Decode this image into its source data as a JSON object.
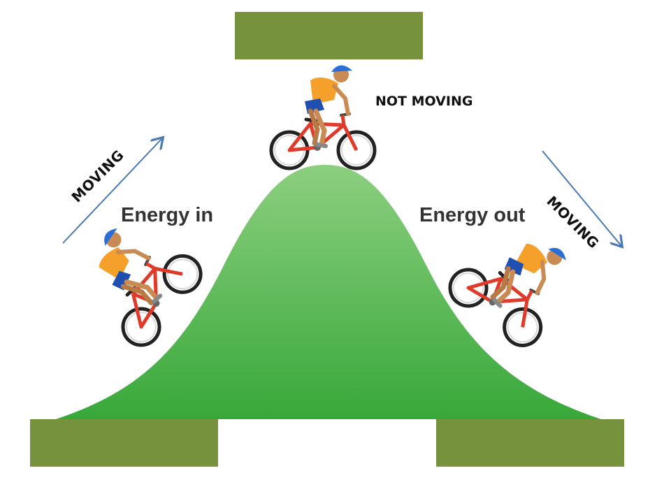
{
  "labels": {
    "not_moving": "NOT MOVING",
    "energy_in": "Energy in",
    "energy_out": "Energy out",
    "moving_left": "MOVING",
    "moving_right": "MOVING"
  },
  "boxes": {
    "top": "",
    "bottom_left": "",
    "bottom_right": ""
  },
  "colors": {
    "hill_top": "#8ccf7f",
    "hill_bottom": "#38a83a",
    "box_fill": "#76923c",
    "arrow": "#4a7ab5",
    "shirt": "#f5a02a",
    "shorts": "#1f4fb0",
    "helmet": "#2a6fd6",
    "bike_frame": "#e03a2a"
  },
  "icons": [
    "cyclist-climbing-icon",
    "cyclist-on-top-icon",
    "cyclist-descending-icon",
    "arrow-up-right-icon",
    "arrow-down-right-icon"
  ]
}
